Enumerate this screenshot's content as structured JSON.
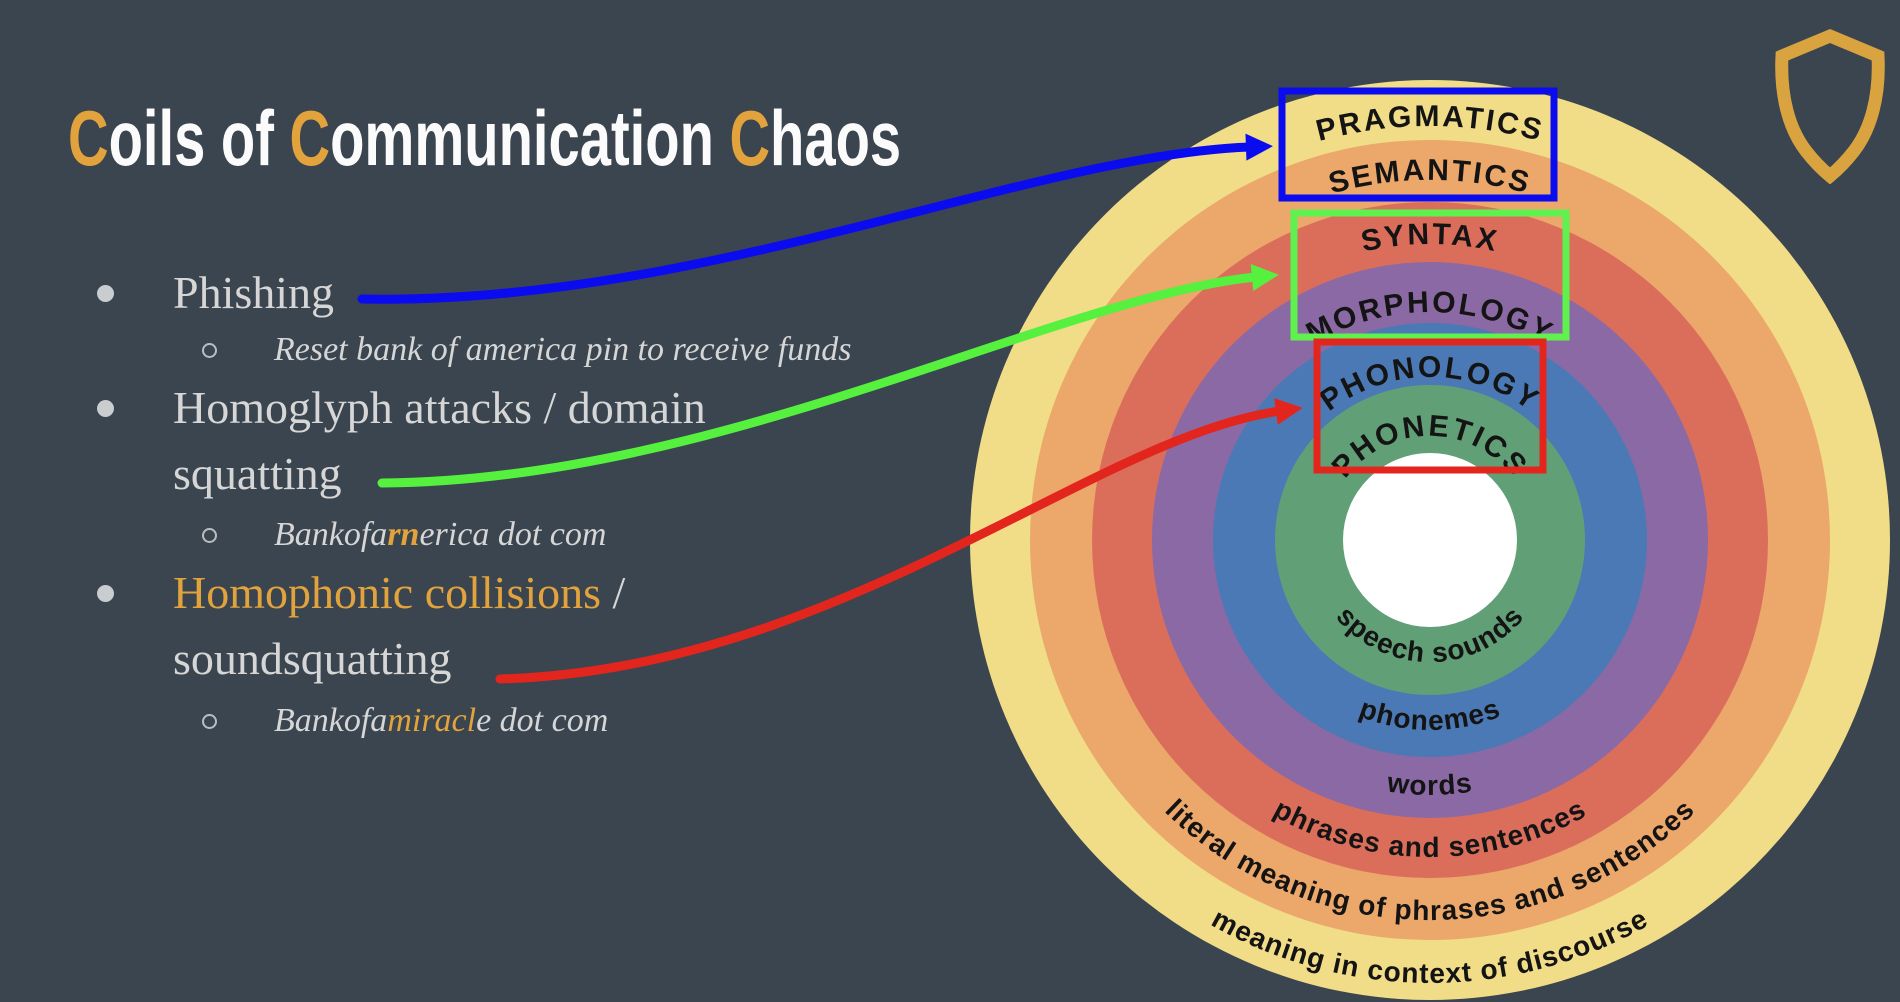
{
  "colors": {
    "background": "#3a454f",
    "accent_gold": "#e2a33d",
    "text_gray": "#d6d6d6",
    "title_white": "#fbfbfb",
    "arrow_blue": "#0b0bf0",
    "arrow_green": "#55f13e",
    "arrow_red": "#e3261d",
    "label_black": "#141414"
  },
  "title": {
    "c1": "C",
    "t1": "oils of ",
    "c2": "C",
    "t2": "ommunication ",
    "c3": "C",
    "t3": "haos"
  },
  "bullets": {
    "b1": {
      "label": "Phishing"
    },
    "b1_sub": {
      "text": "Reset bank of america pin to receive funds"
    },
    "b2": {
      "label": "Homoglyph attacks / domain\nsquatting"
    },
    "b2_sub": {
      "p1": "Bankofa",
      "highlight": "rn",
      "p2": "erica dot com"
    },
    "b3": {
      "p1": "Homophonic collisions",
      "p2": " /\nsoundsquatting"
    },
    "b3_sub": {
      "p1": "Bankofa",
      "highlight": "miracl",
      "p2": "e dot com"
    }
  },
  "diagram": {
    "center_color": "#ffffff",
    "rings": [
      {
        "top_label": "PRAGMATICS",
        "bottom_label": "meaning in context of discourse",
        "color": "#f1dc88"
      },
      {
        "top_label": "SEMANTICS",
        "bottom_label": "literal meaning of phrases and sentences",
        "color": "#eca76b"
      },
      {
        "top_label": "SYNTAX",
        "bottom_label": "phrases and sentences",
        "color": "#db6e5b"
      },
      {
        "top_label": "MORPHOLOGY",
        "bottom_label": "words",
        "color": "#8b69a4"
      },
      {
        "top_label": "PHONOLOGY",
        "bottom_label": "phonemes",
        "color": "#4b79b5"
      },
      {
        "top_label": "PHONETICS",
        "bottom_label": "speech sounds",
        "color": "#61a077"
      }
    ],
    "boxes": [
      {
        "stroke": "#0b0bf0"
      },
      {
        "stroke": "#5ff24e"
      },
      {
        "stroke": "#e3261d"
      }
    ]
  },
  "arrows": {
    "blue": "#0b0bf0",
    "green": "#55f13e",
    "red": "#e3261d"
  },
  "shield_color": "#d9a440"
}
